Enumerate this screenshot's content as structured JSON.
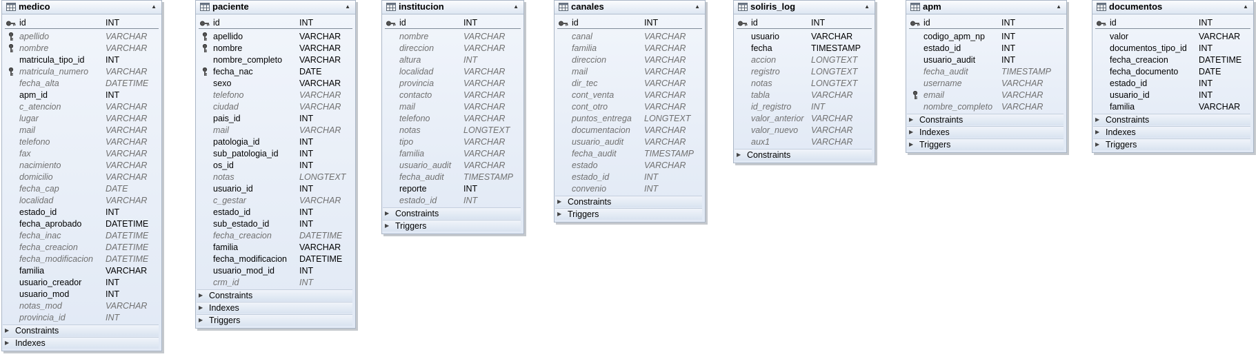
{
  "tables": [
    {
      "name": "medico",
      "columns": [
        {
          "name": "id",
          "type": "INT",
          "key": "pk"
        },
        {
          "name": "apellido",
          "type": "VARCHAR",
          "key": "idx",
          "nullable": true
        },
        {
          "name": "nombre",
          "type": "VARCHAR",
          "key": "idx",
          "nullable": true
        },
        {
          "name": "matricula_tipo_id",
          "type": "INT"
        },
        {
          "name": "matricula_numero",
          "type": "VARCHAR",
          "key": "idx",
          "nullable": true
        },
        {
          "name": "fecha_alta",
          "type": "DATETIME",
          "nullable": true
        },
        {
          "name": "apm_id",
          "type": "INT"
        },
        {
          "name": "c_atencion",
          "type": "VARCHAR",
          "nullable": true
        },
        {
          "name": "lugar",
          "type": "VARCHAR",
          "nullable": true
        },
        {
          "name": "mail",
          "type": "VARCHAR",
          "nullable": true
        },
        {
          "name": "telefono",
          "type": "VARCHAR",
          "nullable": true
        },
        {
          "name": "fax",
          "type": "VARCHAR",
          "nullable": true
        },
        {
          "name": "nacimiento",
          "type": "VARCHAR",
          "nullable": true
        },
        {
          "name": "domicilio",
          "type": "VARCHAR",
          "nullable": true
        },
        {
          "name": "fecha_cap",
          "type": "DATE",
          "nullable": true
        },
        {
          "name": "localidad",
          "type": "VARCHAR",
          "nullable": true
        },
        {
          "name": "estado_id",
          "type": "INT"
        },
        {
          "name": "fecha_aprobado",
          "type": "DATETIME"
        },
        {
          "name": "fecha_inac",
          "type": "DATETIME",
          "nullable": true
        },
        {
          "name": "fecha_creacion",
          "type": "DATETIME",
          "nullable": true
        },
        {
          "name": "fecha_modificacion",
          "type": "DATETIME",
          "nullable": true
        },
        {
          "name": "familia",
          "type": "VARCHAR"
        },
        {
          "name": "usuario_creador",
          "type": "INT"
        },
        {
          "name": "usuario_mod",
          "type": "INT"
        },
        {
          "name": "notas_mod",
          "type": "VARCHAR",
          "nullable": true
        },
        {
          "name": "provincia_id",
          "type": "INT",
          "nullable": true
        }
      ],
      "sections": [
        "Constraints",
        "Indexes"
      ]
    },
    {
      "name": "paciente",
      "columns": [
        {
          "name": "id",
          "type": "INT",
          "key": "pk"
        },
        {
          "name": "apellido",
          "type": "VARCHAR",
          "key": "idx"
        },
        {
          "name": "nombre",
          "type": "VARCHAR",
          "key": "idx"
        },
        {
          "name": "nombre_completo",
          "type": "VARCHAR"
        },
        {
          "name": "fecha_nac",
          "type": "DATE",
          "key": "idx"
        },
        {
          "name": "sexo",
          "type": "VARCHAR"
        },
        {
          "name": "telefono",
          "type": "VARCHAR",
          "nullable": true
        },
        {
          "name": "ciudad",
          "type": "VARCHAR",
          "nullable": true
        },
        {
          "name": "pais_id",
          "type": "INT"
        },
        {
          "name": "mail",
          "type": "VARCHAR",
          "nullable": true
        },
        {
          "name": "patologia_id",
          "type": "INT"
        },
        {
          "name": "sub_patologia_id",
          "type": "INT"
        },
        {
          "name": "os_id",
          "type": "INT"
        },
        {
          "name": "notas",
          "type": "LONGTEXT",
          "nullable": true
        },
        {
          "name": "usuario_id",
          "type": "INT"
        },
        {
          "name": "c_gestar",
          "type": "VARCHAR",
          "nullable": true
        },
        {
          "name": "estado_id",
          "type": "INT"
        },
        {
          "name": "sub_estado_id",
          "type": "INT"
        },
        {
          "name": "fecha_creacion",
          "type": "DATETIME",
          "nullable": true
        },
        {
          "name": "familia",
          "type": "VARCHAR"
        },
        {
          "name": "fecha_modificacion",
          "type": "DATETIME"
        },
        {
          "name": "usuario_mod_id",
          "type": "INT"
        },
        {
          "name": "crm_id",
          "type": "INT",
          "nullable": true
        }
      ],
      "sections": [
        "Constraints",
        "Indexes",
        "Triggers"
      ]
    },
    {
      "name": "institucion",
      "columns": [
        {
          "name": "id",
          "type": "INT",
          "key": "pk"
        },
        {
          "name": "nombre",
          "type": "VARCHAR",
          "nullable": true
        },
        {
          "name": "direccion",
          "type": "VARCHAR",
          "nullable": true
        },
        {
          "name": "altura",
          "type": "INT",
          "nullable": true
        },
        {
          "name": "localidad",
          "type": "VARCHAR",
          "nullable": true
        },
        {
          "name": "provincia",
          "type": "VARCHAR",
          "nullable": true
        },
        {
          "name": "contacto",
          "type": "VARCHAR",
          "nullable": true
        },
        {
          "name": "mail",
          "type": "VARCHAR",
          "nullable": true
        },
        {
          "name": "telefono",
          "type": "VARCHAR",
          "nullable": true
        },
        {
          "name": "notas",
          "type": "LONGTEXT",
          "nullable": true
        },
        {
          "name": "tipo",
          "type": "VARCHAR",
          "nullable": true
        },
        {
          "name": "familia",
          "type": "VARCHAR",
          "nullable": true
        },
        {
          "name": "usuario_audit",
          "type": "VARCHAR",
          "nullable": true
        },
        {
          "name": "fecha_audit",
          "type": "TIMESTAMP",
          "nullable": true
        },
        {
          "name": "reporte",
          "type": "INT"
        },
        {
          "name": "estado_id",
          "type": "INT",
          "nullable": true
        }
      ],
      "sections": [
        "Constraints",
        "Triggers"
      ]
    },
    {
      "name": "canales",
      "columns": [
        {
          "name": "id",
          "type": "INT",
          "key": "pk"
        },
        {
          "name": "canal",
          "type": "VARCHAR",
          "nullable": true
        },
        {
          "name": "familia",
          "type": "VARCHAR",
          "nullable": true
        },
        {
          "name": "direccion",
          "type": "VARCHAR",
          "nullable": true
        },
        {
          "name": "mail",
          "type": "VARCHAR",
          "nullable": true
        },
        {
          "name": "dir_tec",
          "type": "VARCHAR",
          "nullable": true
        },
        {
          "name": "cont_venta",
          "type": "VARCHAR",
          "nullable": true
        },
        {
          "name": "cont_otro",
          "type": "VARCHAR",
          "nullable": true
        },
        {
          "name": "puntos_entrega",
          "type": "LONGTEXT",
          "nullable": true
        },
        {
          "name": "documentacion",
          "type": "VARCHAR",
          "nullable": true
        },
        {
          "name": "usuario_audit",
          "type": "VARCHAR",
          "nullable": true
        },
        {
          "name": "fecha_audit",
          "type": "TIMESTAMP",
          "nullable": true
        },
        {
          "name": "estado",
          "type": "VARCHAR",
          "nullable": true
        },
        {
          "name": "estado_id",
          "type": "INT",
          "nullable": true
        },
        {
          "name": "convenio",
          "type": "INT",
          "nullable": true
        }
      ],
      "sections": [
        "Constraints",
        "Triggers"
      ]
    },
    {
      "name": "soliris_log",
      "columns": [
        {
          "name": "id",
          "type": "INT",
          "key": "pk"
        },
        {
          "name": "usuario",
          "type": "VARCHAR"
        },
        {
          "name": "fecha",
          "type": "TIMESTAMP"
        },
        {
          "name": "accion",
          "type": "LONGTEXT",
          "nullable": true
        },
        {
          "name": "registro",
          "type": "LONGTEXT",
          "nullable": true
        },
        {
          "name": "notas",
          "type": "LONGTEXT",
          "nullable": true
        },
        {
          "name": "tabla",
          "type": "VARCHAR",
          "nullable": true
        },
        {
          "name": "id_registro",
          "type": "INT",
          "nullable": true
        },
        {
          "name": "valor_anterior",
          "type": "VARCHAR",
          "nullable": true
        },
        {
          "name": "valor_nuevo",
          "type": "VARCHAR",
          "nullable": true
        },
        {
          "name": "aux1",
          "type": "VARCHAR",
          "nullable": true
        }
      ],
      "sections": [
        "Constraints"
      ]
    },
    {
      "name": "apm",
      "columns": [
        {
          "name": "id",
          "type": "INT",
          "key": "pk"
        },
        {
          "name": "codigo_apm_np",
          "type": "INT"
        },
        {
          "name": "estado_id",
          "type": "INT"
        },
        {
          "name": "usuario_audit",
          "type": "INT"
        },
        {
          "name": "fecha_audit",
          "type": "TIMESTAMP",
          "nullable": true
        },
        {
          "name": "username",
          "type": "VARCHAR",
          "nullable": true
        },
        {
          "name": "email",
          "type": "VARCHAR",
          "key": "idx",
          "nullable": true
        },
        {
          "name": "nombre_completo",
          "type": "VARCHAR",
          "nullable": true
        }
      ],
      "sections": [
        "Constraints",
        "Indexes",
        "Triggers"
      ]
    },
    {
      "name": "documentos",
      "columns": [
        {
          "name": "id",
          "type": "INT",
          "key": "pk"
        },
        {
          "name": "valor",
          "type": "VARCHAR"
        },
        {
          "name": "documentos_tipo_id",
          "type": "INT"
        },
        {
          "name": "fecha_creacion",
          "type": "DATETIME"
        },
        {
          "name": "fecha_documento",
          "type": "DATE"
        },
        {
          "name": "estado_id",
          "type": "INT"
        },
        {
          "name": "usuario_id",
          "type": "INT"
        },
        {
          "name": "familia",
          "type": "VARCHAR"
        }
      ],
      "sections": [
        "Constraints",
        "Indexes",
        "Triggers"
      ]
    }
  ]
}
